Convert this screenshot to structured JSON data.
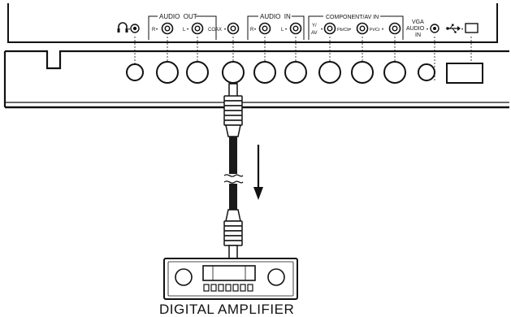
{
  "panel": {
    "headphone_icon": "headphone-icon",
    "audio_out": {
      "title": "AUDIO  OUT",
      "r": "R",
      "l": "L"
    },
    "coax": "COAX",
    "audio_in": {
      "title": "AUDIO  IN",
      "r": "R",
      "l": "L"
    },
    "component": {
      "title": "COMPONENT/AV IN",
      "y_top": "Y/",
      "y_bottom": "AV",
      "pb": "Pb/Cb",
      "pr": "Pr/Cr"
    },
    "vga": {
      "line1": "VGA",
      "line2": "AUDIO",
      "line3": "IN"
    },
    "usb_icon": "usb-icon"
  },
  "flow_arrow_icon": "arrow-down-icon",
  "device": {
    "label": "DIGITAL AMPLIFIER"
  },
  "colors": {
    "ink": "#111111",
    "cable": "#1a1a1a"
  }
}
